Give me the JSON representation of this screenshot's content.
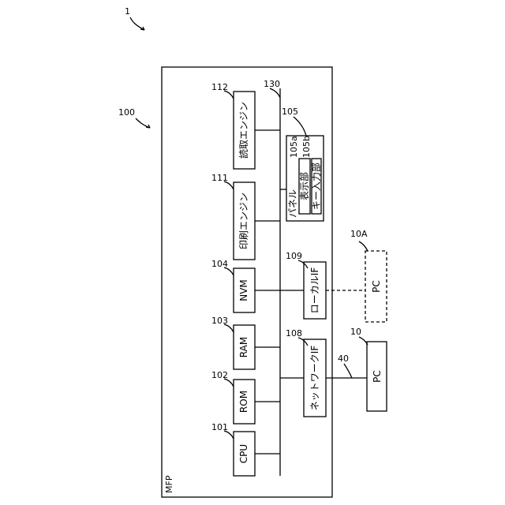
{
  "figure": {
    "system_ref": "1",
    "mfp_ref": "100",
    "mfp_label": "MFP",
    "bus_ref": "130",
    "panel_ref": "105",
    "panel_label": "パネル",
    "display_ref": "105a",
    "display_label": "表示部",
    "keys_ref": "105b",
    "keys_label": "キー入力部",
    "network_ref": "40",
    "components": [
      {
        "ref": "101",
        "label": "CPU"
      },
      {
        "ref": "102",
        "label": "ROM"
      },
      {
        "ref": "103",
        "label": "RAM"
      },
      {
        "ref": "104",
        "label": "NVM"
      },
      {
        "ref": "111",
        "label": "印刷エンジン"
      },
      {
        "ref": "112",
        "label": "読取エンジン"
      }
    ],
    "interfaces": [
      {
        "ref": "108",
        "label": "ネットワークIF"
      },
      {
        "ref": "109",
        "label": "ローカルIF"
      }
    ],
    "pcs": [
      {
        "ref": "10",
        "label": "PC"
      },
      {
        "ref": "10A",
        "label": "PC"
      }
    ]
  }
}
